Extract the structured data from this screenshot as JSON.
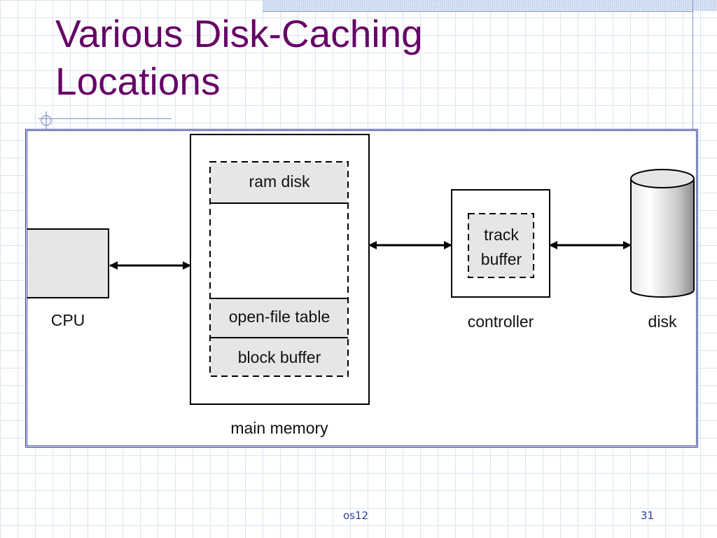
{
  "slide": {
    "title_line1": "Various Disk-Caching",
    "title_line2": "Locations",
    "footer_left": "os12",
    "page_number": "31"
  },
  "diagram": {
    "cpu_label": "CPU",
    "main_memory_label": "main memory",
    "ram_disk_label": "ram disk",
    "open_file_table_label": "open-file table",
    "block_buffer_label": "block buffer",
    "controller_label": "controller",
    "track_buffer_line1": "track",
    "track_buffer_line2": "buffer",
    "disk_label": "disk"
  },
  "colors": {
    "title": "#660066",
    "accent_blue": "#2e3d99",
    "box_fill": "#e6e6e6"
  }
}
